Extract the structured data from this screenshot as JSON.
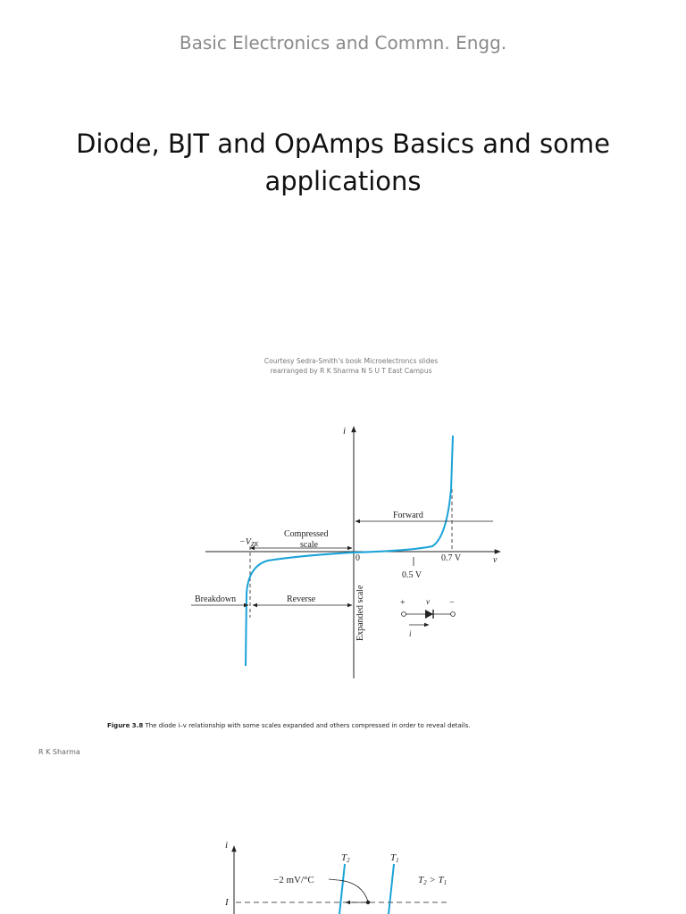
{
  "slide1": {
    "subtitle": "Basic Electronics and Commn. Engg.",
    "title_line1": "Diode, BJT and OpAmps Basics and some",
    "title_line2": "applications"
  },
  "slide2": {
    "courtesy_line1": "Courtesy Sedra-Smith’s book Microelectroncs slides",
    "courtesy_line2": "rearranged by R K Sharma N S U T East Campus",
    "figure": {
      "axis_i": "i",
      "axis_v": "v",
      "origin": "0",
      "neg_vzk": "−V",
      "neg_vzk_sub": "ZK",
      "compressed_line1": "Compressed",
      "compressed_line2": "scale",
      "forward": "Forward",
      "reverse": "Reverse",
      "breakdown": "Breakdown",
      "expanded": "Expanded scale",
      "v07": "0.7 V",
      "v05": "0.5 V",
      "sym_plus": "+",
      "sym_v": "v",
      "sym_minus": "−",
      "sym_i": "i"
    },
    "caption_label": "Figure 3.8",
    "caption_text": "The diode i–v relationship with some scales expanded and others compressed in order to reveal details.",
    "author": "R K Sharma"
  },
  "slide3": {
    "figure": {
      "axis_i": "i",
      "t2": "T",
      "t2_sub": "2",
      "t1": "T",
      "t1_sub": "1",
      "coef": "−2 mV/°C",
      "relation_a": "T",
      "relation_a_sub": "2",
      "relation_mid": " > T",
      "relation_b_sub": "1",
      "current": "I"
    }
  },
  "colors": {
    "curve": "#1aa3d9",
    "subtitle": "#8a8a8a",
    "text": "#111111"
  }
}
